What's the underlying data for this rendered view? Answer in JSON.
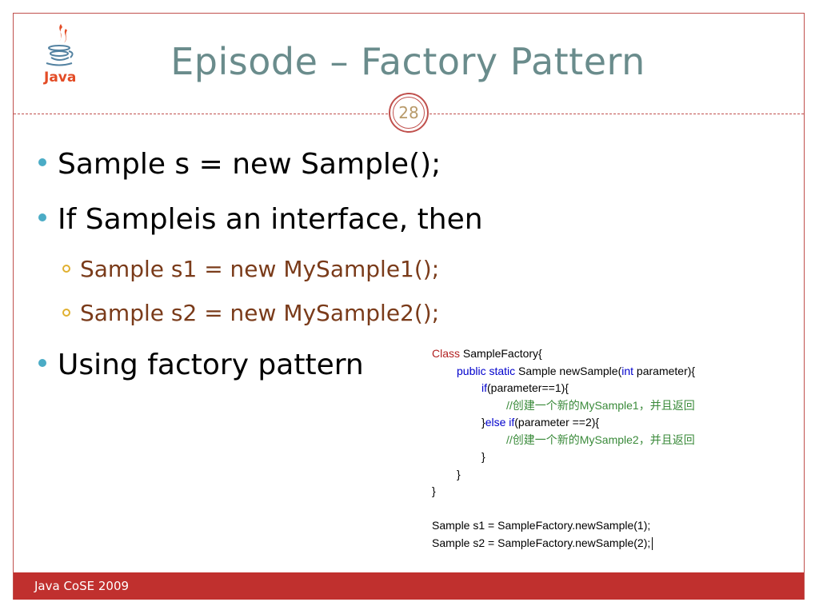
{
  "logo": {
    "icon": "java-logo-icon",
    "text": "Java"
  },
  "title": "Episode – Factory Pattern",
  "page_number": "28",
  "bullets": [
    {
      "text": "Sample s = new Sample();"
    },
    {
      "text": "If Sampleis an interface, then"
    },
    {
      "text": "Using factory pattern"
    }
  ],
  "sub_bullets": [
    {
      "text": "Sample s1 = new MySample1();"
    },
    {
      "text": "Sample s2 = new MySample2();"
    }
  ],
  "code": {
    "line1_kw": "Class",
    "line1_rest": " SampleFactory{",
    "line2_kw1": "public",
    "line2_kw2": "static",
    "line2_mid": " Sample newSample(",
    "line2_kw3": "int",
    "line2_end": " parameter){",
    "line3_kw": "if",
    "line3_rest": "(parameter==1){",
    "line4_comment": "//创建一个新的MySample1，并且返回",
    "line5_pre": "}",
    "line5_kw1": "else",
    "line5_kw2": "if",
    "line5_rest": "(parameter ==2){",
    "line6_comment": "//创建一个新的MySample2，并且返回",
    "line7": "}",
    "line8": "}",
    "line9": "}",
    "line10": "Sample s1 = SampleFactory.newSample(1);",
    "line11": "Sample s2 = SampleFactory.newSample(2);"
  },
  "footer": {
    "text": "Java CoSE 2009"
  },
  "colors": {
    "accent": "#c0504d",
    "title": "#6a8c8c",
    "bullet": "#4bacc6",
    "sub_text": "#7a3b1a",
    "footer_bg": "#c0302e"
  }
}
